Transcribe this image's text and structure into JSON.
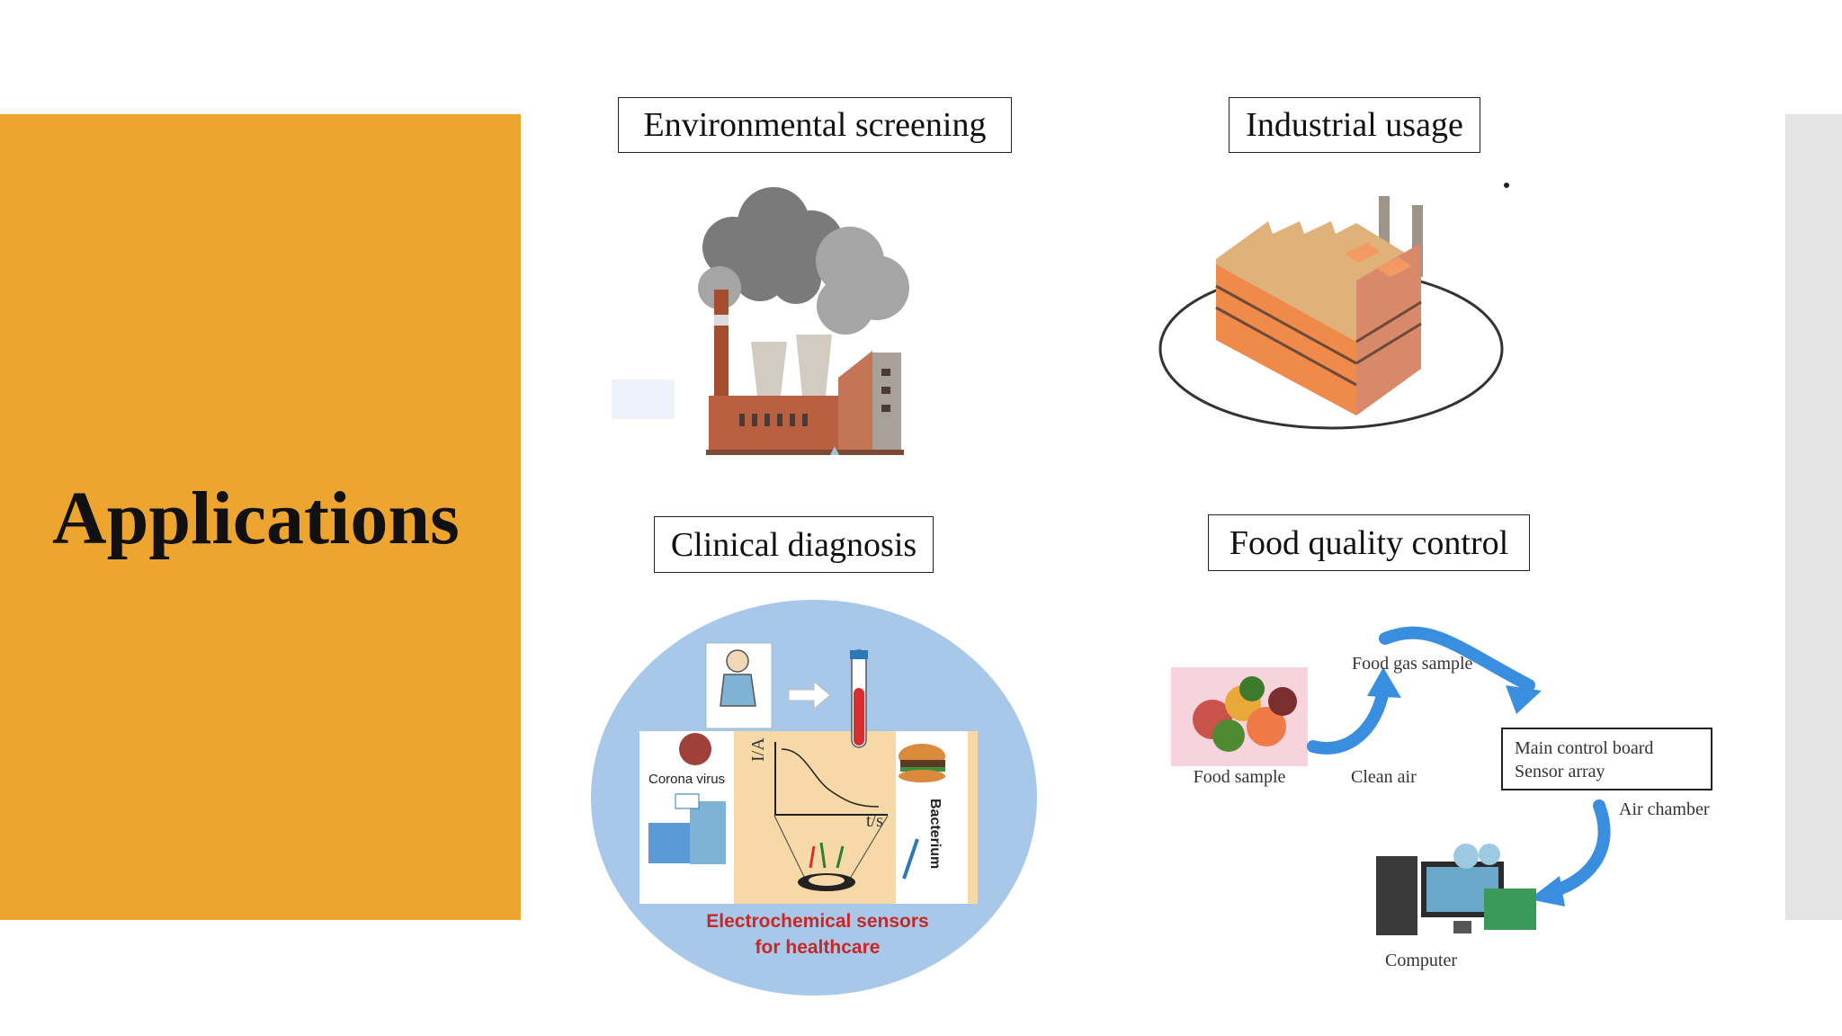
{
  "slide": {
    "title": "Applications",
    "colors": {
      "panel": "#eda530",
      "side_bar": "#e4e4e4",
      "background": "#ffffff"
    }
  },
  "sections": {
    "environmental": {
      "label": "Environmental screening",
      "icon": "polluting-factory-icon"
    },
    "industrial": {
      "label": "Industrial usage",
      "icon": "factory-building-icon"
    },
    "clinical": {
      "label": "Clinical diagnosis",
      "icon": "electrochemical-sensor-diagram",
      "corona": "Corona virus",
      "bacterium": "Bacterium",
      "caption_line1": "Electrochemical sensors",
      "caption_line2": "for healthcare",
      "axis_y": "I/A",
      "axis_x": "t/s"
    },
    "food": {
      "label": "Food quality control",
      "icon": "food-sensing-flow-diagram",
      "food_sample": "Food sample",
      "gas_sample": "Food gas sample",
      "clean_air": "Clean air",
      "board_line1": "Main control board",
      "board_line2": "Sensor array",
      "air_chamber": "Air chamber",
      "computer": "Computer"
    }
  }
}
